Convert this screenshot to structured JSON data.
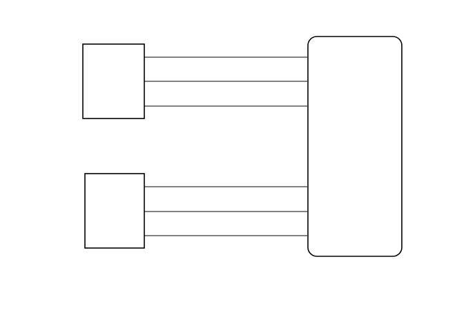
{
  "diagram": {
    "background_color": "#ffffff",
    "stroke_color": "#000000",
    "left_blocks": [
      {
        "id": "upper-left-block",
        "connections": 3
      },
      {
        "id": "lower-left-block",
        "connections": 3
      }
    ],
    "right_block": {
      "id": "right-block",
      "shape": "rounded-rectangle"
    },
    "labels": []
  }
}
